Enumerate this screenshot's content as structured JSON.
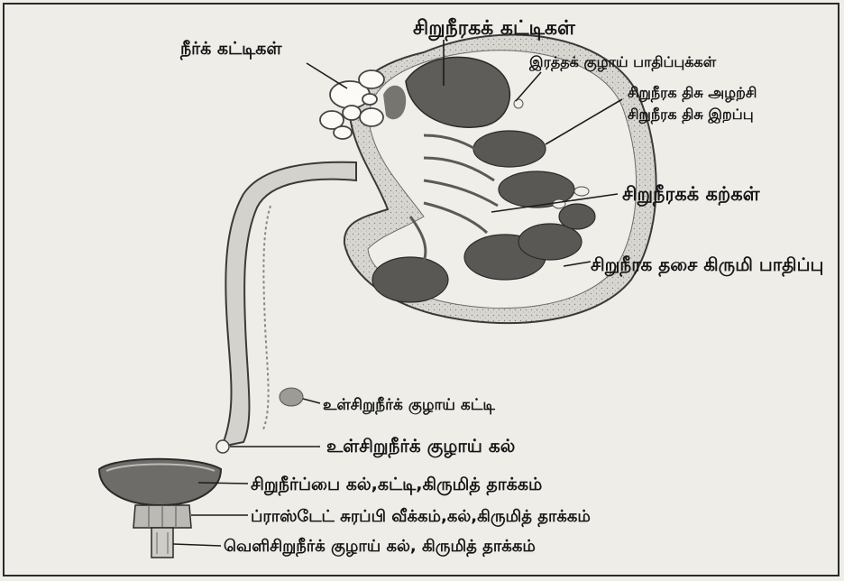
{
  "labels": {
    "cysts": "நீர்க் கட்டிகள்",
    "tumors": "சிறுநீரகக் கட்டிகள்",
    "vessel": "இரத்தக் குழாய் பாதிப்புக்கள்",
    "atrophy": "சிறுநீரக திசு அழற்சி",
    "necrosis": "சிறுநீரக திசு இறப்பு",
    "stones": "சிறுநீரகக் கற்கள்",
    "infection": "சிறுநீரக தசை கிருமி பாதிப்பு",
    "ureter_tumor": "உள்சிறுநீர்க் குழாய் கட்டி",
    "ureter_stone": "உள்சிறுநீர்க் குழாய் கல்",
    "bladder": "சிறுநீர்ப்பை கல்,கட்டி,கிருமித் தாக்கம்",
    "prostate": "ப்ராஸ்டேட் சுரப்பி வீக்கம்,கல்,கிருமித் தாக்கம்",
    "urethra": "வெளிசிறுநீர்க் குழாய் கல், கிருமித் தாக்கம்"
  }
}
